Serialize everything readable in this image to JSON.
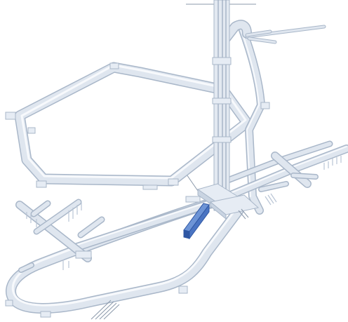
{
  "diagram": {
    "kind": "underground tunnel network isometric schematic",
    "colors": {
      "tunnel_fill": "#dfe6ef",
      "tunnel_outline": "#a9b7c9",
      "tunnel_highlight": "#f7f9fc",
      "cavern_side": "#c9d4e2",
      "highlight_block": "#4a74c2",
      "background": "#ffffff"
    },
    "icons": [
      "tunnel",
      "shaft",
      "cavern",
      "highlighted-segment"
    ]
  }
}
